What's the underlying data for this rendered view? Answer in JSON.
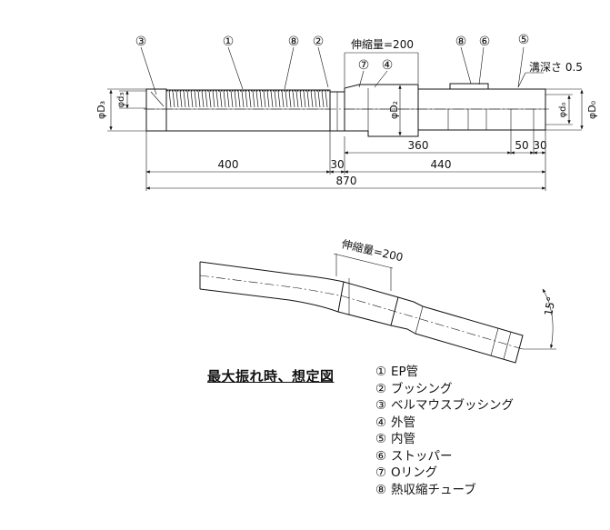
{
  "top_view": {
    "callouts": {
      "c3": "③",
      "c1": "①",
      "c8a": "⑧",
      "c2": "②",
      "c8b": "⑧",
      "c6": "⑥",
      "c5": "⑤",
      "c7": "⑦",
      "c4": "④"
    },
    "stroke_label": "伸縮量=200",
    "groove_label": "溝深さ 0.5",
    "dim_labels": {
      "d3_outer": "φD₃",
      "d3_inner": "φd₃",
      "d2": "φD₂",
      "d0_inner": "φd₀",
      "d0_outer": "φD₀"
    },
    "dims": {
      "d400": "400",
      "d30a": "30",
      "d440": "440",
      "d360": "360",
      "d50": "50",
      "d30b": "30",
      "d870": "870"
    }
  },
  "bent_view": {
    "stroke_label": "伸縮量=200",
    "angle_label": "15°"
  },
  "caption": "最大振れ時、想定図",
  "legend": [
    {
      "num": "①",
      "label": "EP管"
    },
    {
      "num": "②",
      "label": "ブッシング"
    },
    {
      "num": "③",
      "label": "ベルマウスブッシング"
    },
    {
      "num": "④",
      "label": "外管"
    },
    {
      "num": "⑤",
      "label": "内管"
    },
    {
      "num": "⑥",
      "label": "ストッパー"
    },
    {
      "num": "⑦",
      "label": "Oリング"
    },
    {
      "num": "⑧",
      "label": "熱収縮チューブ"
    }
  ]
}
